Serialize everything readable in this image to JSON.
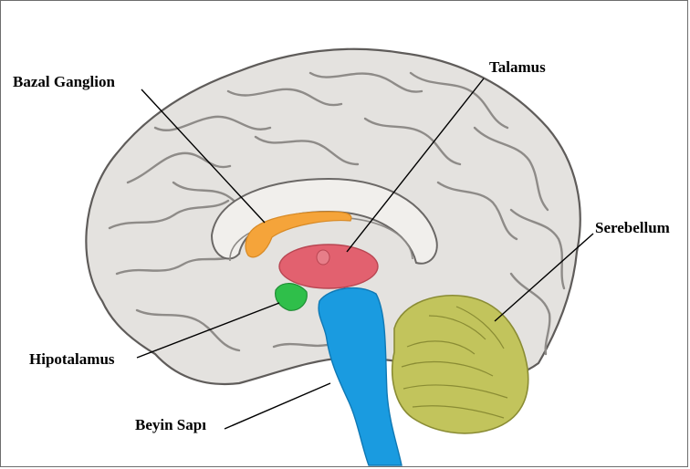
{
  "labels": {
    "basal_ganglia": "Bazal Ganglion",
    "thalamus": "Talamus",
    "cerebellum": "Serebellum",
    "hypothalamus": "Hipotalamus",
    "brainstem": "Beyin Sapı"
  },
  "colors": {
    "cortex": "#e4e2df",
    "sulcus": "#8e8b88",
    "basal_ganglia": "#f5a43a",
    "thalamus": "#e2616f",
    "hypothalamus": "#2fbf4a",
    "brainstem": "#1a9be0",
    "cerebellum": "#c2c45c"
  }
}
